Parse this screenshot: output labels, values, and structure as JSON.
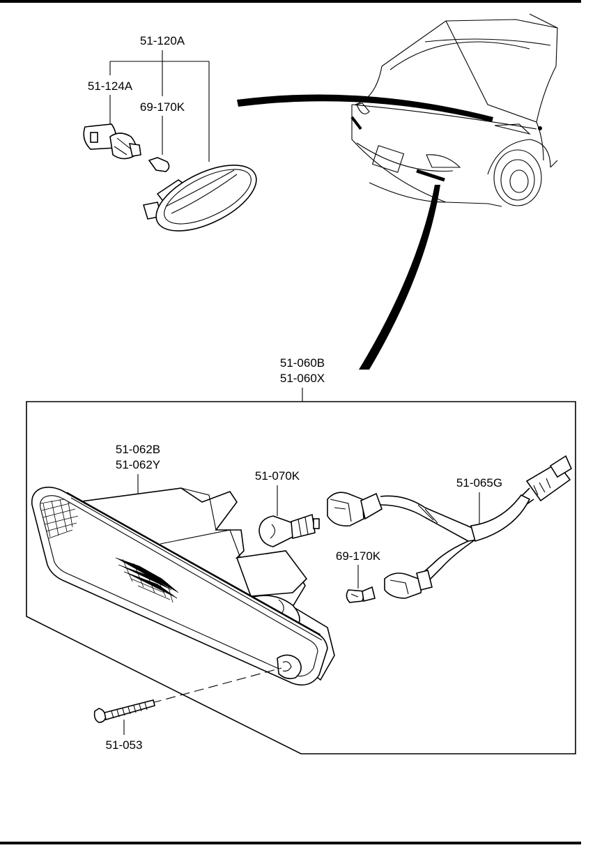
{
  "labels": {
    "assembly_top": "51-120A",
    "socket_top": "51-124A",
    "bulb_top": "69-170K",
    "assembly_main_1": "51-060B",
    "assembly_main_2": "51-060X",
    "lens_1": "51-062B",
    "lens_2": "51-062Y",
    "bulb_main": "51-070K",
    "harness": "51-065G",
    "bulb_small": "69-170K",
    "screw": "51-053"
  }
}
